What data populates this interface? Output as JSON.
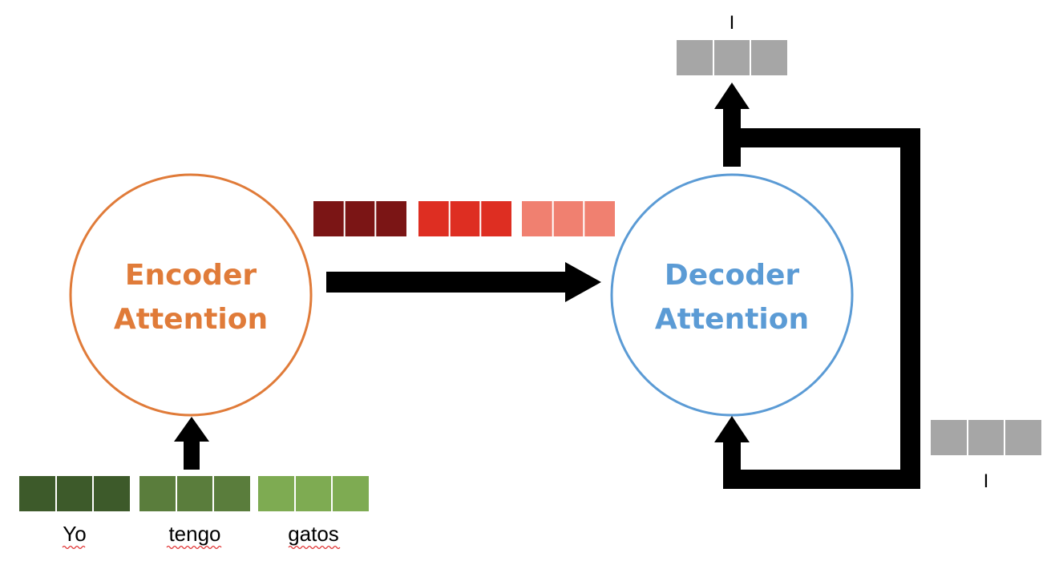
{
  "encoder": {
    "line1": "Encoder",
    "line2": "Attention",
    "color": "#E07B39"
  },
  "decoder": {
    "line1": "Decoder",
    "line2": "Attention",
    "color": "#5B9BD5"
  },
  "inputs": [
    {
      "word": "Yo",
      "color": "#3D5A2A"
    },
    {
      "word": "tengo",
      "color": "#5A7D3C"
    },
    {
      "word": "gatos",
      "color": "#7EAB52"
    }
  ],
  "encoded_vectors": [
    {
      "color": "#7B1515"
    },
    {
      "color": "#DE2E22"
    },
    {
      "color": "#F08070"
    }
  ],
  "output_vector": {
    "label": "I",
    "color": "#A6A6A6"
  },
  "feedback_vector": {
    "label": "I",
    "color": "#A6A6A6"
  },
  "arrow_color": "#000000"
}
